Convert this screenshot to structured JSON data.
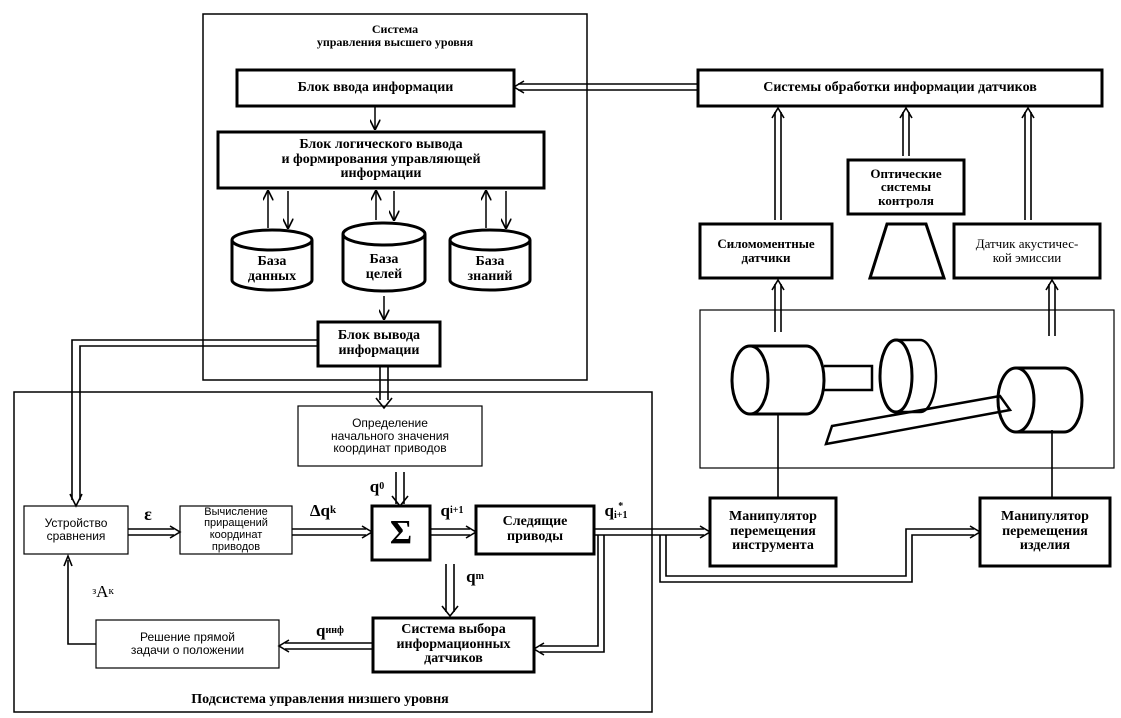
{
  "upper_system": {
    "title": "Система\nуправления высшего уровня",
    "input_block": "Блок ввода информации",
    "logic_block": "Блок логического вывода\nи формирования управляющей\nинформации",
    "databases": [
      {
        "label": "База\nданных"
      },
      {
        "label": "База\nцелей"
      },
      {
        "label": "База\nзнаний"
      }
    ],
    "output_block": "Блок вывода\nинформации"
  },
  "lower_system": {
    "title": "Подсистема управления низшего уровня",
    "initial_coords": "Определение\nначального значения\nкоординат приводов",
    "comparator": "Устройство\nсравнения",
    "increments": "Вычисление\nприращений\nкоординат\nприводов",
    "sum_symbol": "Σ",
    "servo": "Следящие\nприводы",
    "sensor_select": "Система выбора\nинформационных\nдатчиков",
    "direct_task": "Решение прямой\nзадачи о положении"
  },
  "signals": {
    "epsilon": "ε",
    "delta_q": "Δq",
    "delta_q_sub": "k",
    "q0": "q",
    "q0_sub": "0",
    "qi1": "q",
    "qi1_sub": "i+1",
    "qstar": "q",
    "qstar_sup": "*",
    "qstar_sub": "i+1",
    "qm": "q",
    "qm_sub": "m",
    "qinf": "q",
    "qinf_sub": "инф",
    "ak_pre": "з",
    "ak": "A",
    "ak_sub": "к"
  },
  "right_side": {
    "sensor_processing": "Системы обработки информации датчиков",
    "optical": "Оптические\nсистемы\nконтроля",
    "force_sensors": "Силомоментные\nдатчики",
    "acoustic_sensor": "Датчик акустичес-\nкой эмиссии",
    "tool_manipulator": "Манипулятор\nперемещения\nинструмента",
    "part_manipulator": "Манипулятор\nперемещения\nизделия"
  }
}
